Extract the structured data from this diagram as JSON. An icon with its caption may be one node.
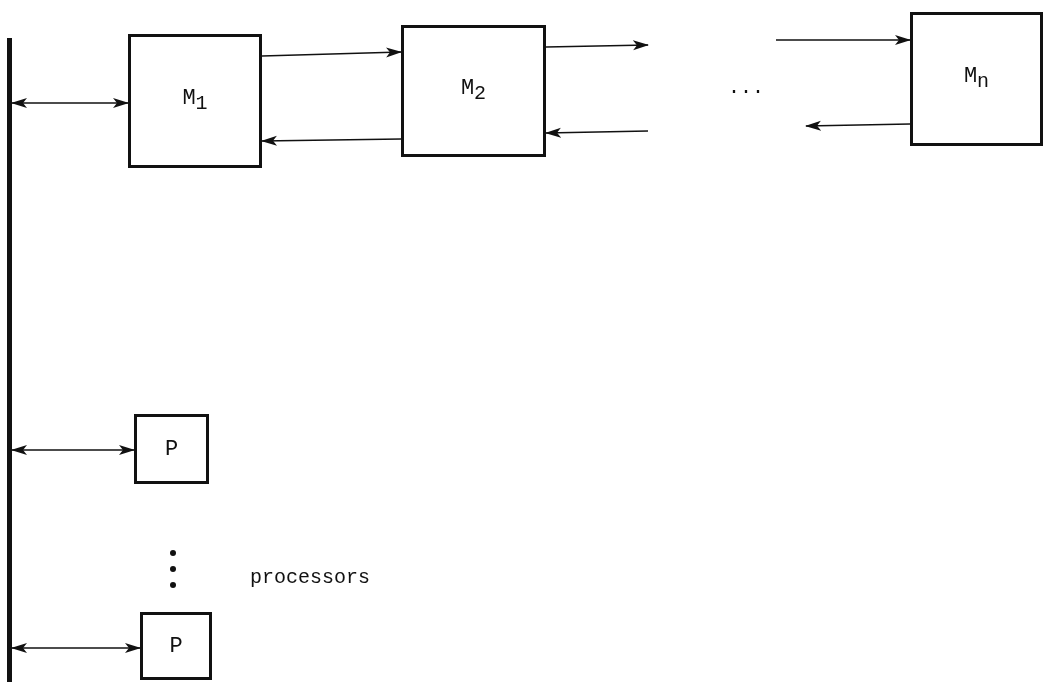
{
  "diagram": {
    "nodes": [
      {
        "text": [],
        "shape": "bar"
      },
      {
        "text": [
          "M$_{1}$"
        ]
      },
      {
        "text": [
          "M$_{2}$"
        ]
      },
      {
        "text": [
          "M$_{n}$"
        ]
      },
      {
        "text": [
          "P"
        ]
      },
      {
        "text": [
          "P"
        ]
      }
    ],
    "edges": [
      {
        "from": 0,
        "to": 1,
        "arrow": "both"
      },
      {
        "from": 1,
        "to": 2,
        "arrow": "to"
      },
      {
        "from": 2,
        "to": 1,
        "arrow": "to"
      },
      {
        "from": 2,
        "to": null,
        "arrow": "to"
      },
      {
        "from": null,
        "to": 2,
        "arrow": "to"
      },
      {
        "from": null,
        "to": 3,
        "arrow": "to"
      },
      {
        "from": 3,
        "to": null,
        "arrow": "to"
      },
      {
        "from": 0,
        "to": 4,
        "arrow": "both"
      },
      {
        "from": 0,
        "to": 5,
        "arrow": "both"
      }
    ],
    "labels": [
      "...",
      "processors"
    ]
  }
}
